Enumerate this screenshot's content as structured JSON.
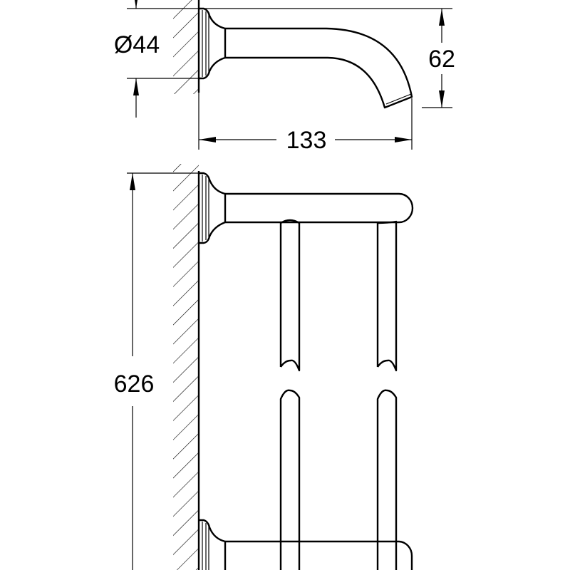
{
  "drawing": {
    "top_view": {
      "diameter_label": "Ø44",
      "height_label": "62",
      "depth_label": "133"
    },
    "front_view": {
      "height_label": "626"
    },
    "colors": {
      "line": "#000000",
      "background": "#ffffff"
    }
  }
}
